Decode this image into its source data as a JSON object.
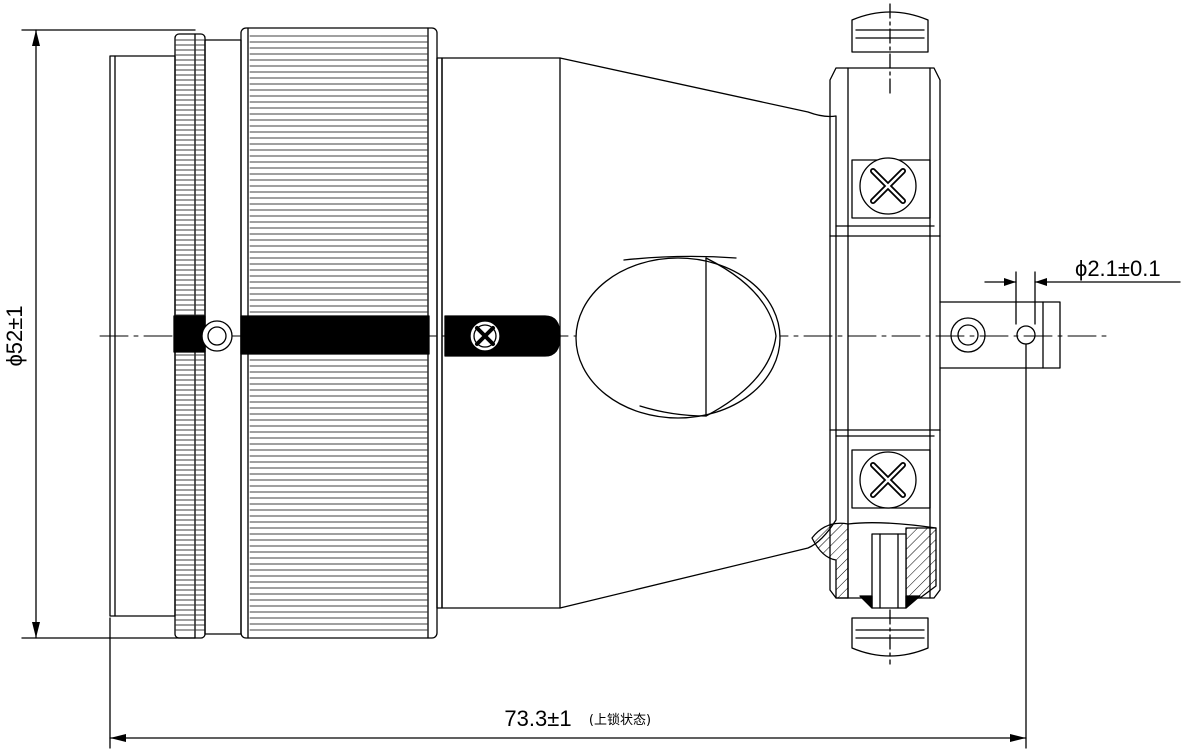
{
  "drawing": {
    "line_color": "#000000",
    "background": "#ffffff",
    "dimensions": {
      "overall_diameter": "ϕ52±1",
      "overall_length": "73.3±1",
      "length_note": "(上锁状态)",
      "hole_diameter": "ϕ2.1±0.1"
    }
  }
}
